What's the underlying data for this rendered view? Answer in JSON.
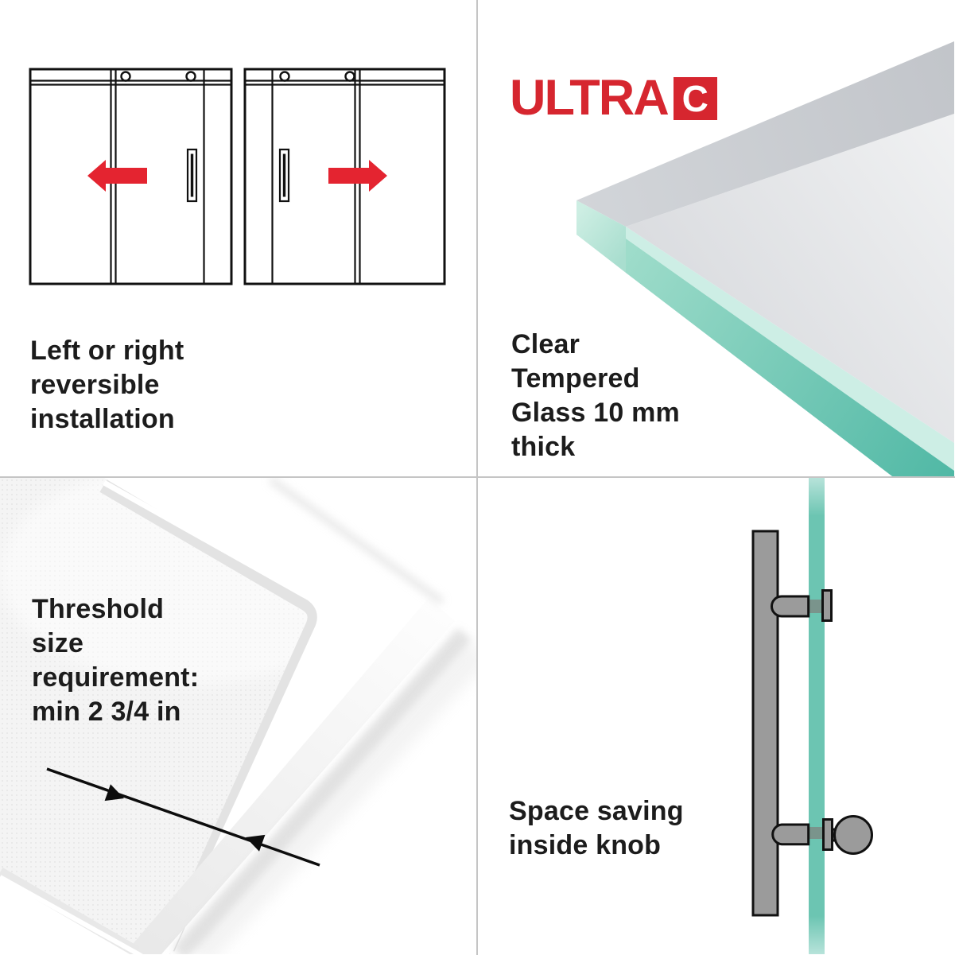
{
  "colors": {
    "brand_red": "#d6262f",
    "arrow_red": "#e42430",
    "teal": "#6cc5b2",
    "teal_light": "#b7e3da",
    "metal_gray": "#9b9b9b",
    "glass_through_gray": "#7a948c",
    "ink": "#1c1c1c",
    "divider": "#c5c5c5"
  },
  "logo": {
    "text": "ULTRA",
    "badge": "C"
  },
  "quadrants": {
    "top_left": {
      "caption_lines": [
        "Left or right",
        "reversible",
        "installation"
      ]
    },
    "top_right": {
      "caption_lines": [
        "Clear",
        "Tempered",
        "Glass 10 mm",
        "thick"
      ]
    },
    "bottom_left": {
      "caption_lines": [
        "Threshold",
        "size",
        "requirement:",
        "min 2 3/4 in"
      ]
    },
    "bottom_right": {
      "caption_lines": [
        "Space saving",
        "inside knob"
      ]
    }
  }
}
